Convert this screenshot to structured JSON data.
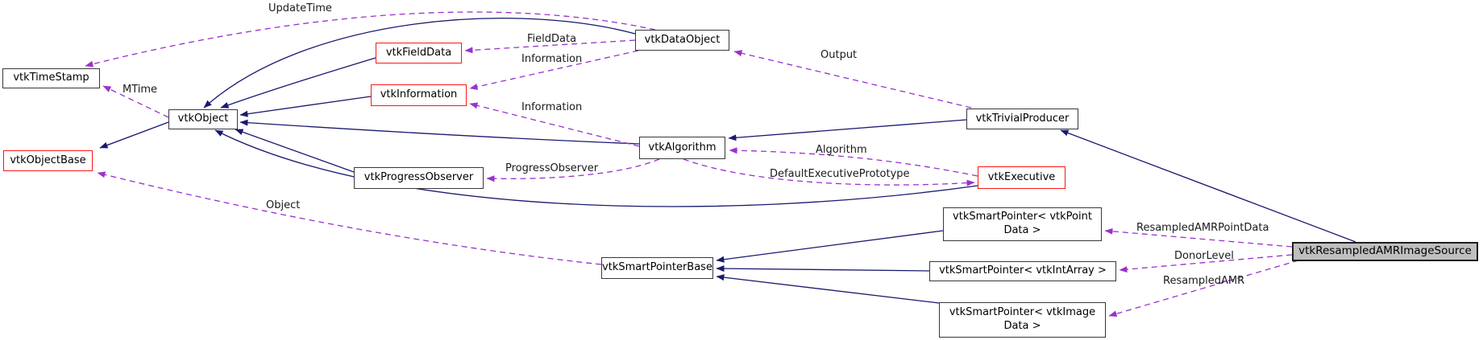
{
  "diagram": {
    "kind": "collaboration-graph",
    "colors": {
      "inheritance_edge": "#191970",
      "usage_edge": "#9a32cd",
      "node_border": "#383838",
      "truncated_node_border": "#fd1515",
      "main_node_fill": "#bfbfbf",
      "node_fill": "#ffffff"
    },
    "nodes": {
      "timestamp": {
        "label": "vtkTimeStamp"
      },
      "objectbase": {
        "label": "vtkObjectBase"
      },
      "object": {
        "label": "vtkObject"
      },
      "fielddata": {
        "label": "vtkFieldData"
      },
      "information": {
        "label": "vtkInformation"
      },
      "dataobject": {
        "label": "vtkDataObject"
      },
      "algorithm": {
        "label": "vtkAlgorithm"
      },
      "progressobserver": {
        "label": "vtkProgressObserver"
      },
      "trivialproducer": {
        "label": "vtkTrivialProducer"
      },
      "executive": {
        "label": "vtkExecutive"
      },
      "sp_pointdata": {
        "line1": "vtkSmartPointer< vtkPoint",
        "line2": "Data >"
      },
      "sp_base": {
        "label": "vtkSmartPointerBase"
      },
      "sp_intarray": {
        "label": "vtkSmartPointer< vtkIntArray >"
      },
      "sp_imagedata": {
        "line1": "vtkSmartPointer< vtkImage",
        "line2": "Data >"
      },
      "main": {
        "label": "vtkResampledAMRImageSource"
      }
    },
    "edge_labels": {
      "updatetime": "UpdateTime",
      "mtime": "MTime",
      "fielddata": "FieldData",
      "information_dataobject": "Information",
      "information_algorithm": "Information",
      "output": "Output",
      "algorithm": "Algorithm",
      "defaultexecutiveprototype": "DefaultExecutivePrototype",
      "progressobserver": "ProgressObserver",
      "object": "Object",
      "resampledamrpointdata": "ResampledAMRPointData",
      "donorlevel": "DonorLevel",
      "resampledamr": "ResampledAMR"
    }
  }
}
